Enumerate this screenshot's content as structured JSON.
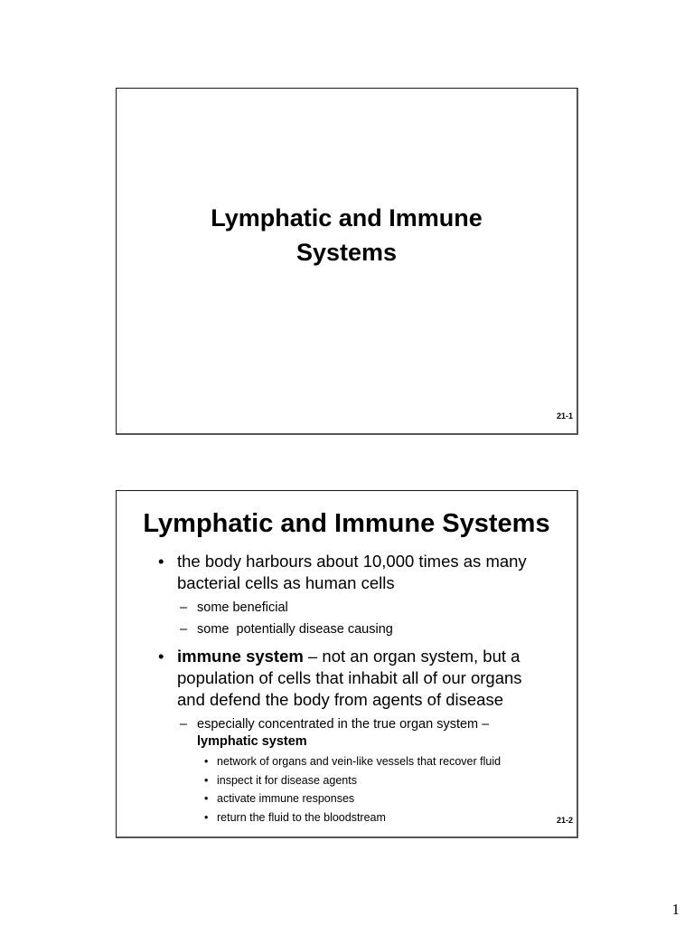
{
  "slides": [
    {
      "title_line1": "Lymphatic and Immune",
      "title_line2": "Systems",
      "slide_number": "21-1"
    },
    {
      "title": "Lymphatic and Immune Systems",
      "slide_number": "21-2",
      "bullets": [
        {
          "text_line1": "the body harbours about 10,000 times as many",
          "text_line2": "bacterial cells as human cells",
          "subitems": [
            "some beneficial",
            "some  potentially disease causing"
          ]
        },
        {
          "bold_lead": "immune system",
          "text_rest": " – not an organ system, but a",
          "text_line2": "population of cells that inhabit all of our organs",
          "text_line3": "and defend the body from agents of disease",
          "subitems": [
            {
              "text": "especially concentrated in the true organ system –",
              "bold_text": "lymphatic system",
              "subsubitems": [
                "network of organs and vein-like vessels that recover fluid",
                "inspect it for disease agents",
                "activate immune responses",
                "return the fluid to the bloodstream"
              ]
            }
          ]
        }
      ]
    }
  ],
  "symbols": {
    "bullet": "•",
    "dash": "–"
  },
  "page_number": "1"
}
